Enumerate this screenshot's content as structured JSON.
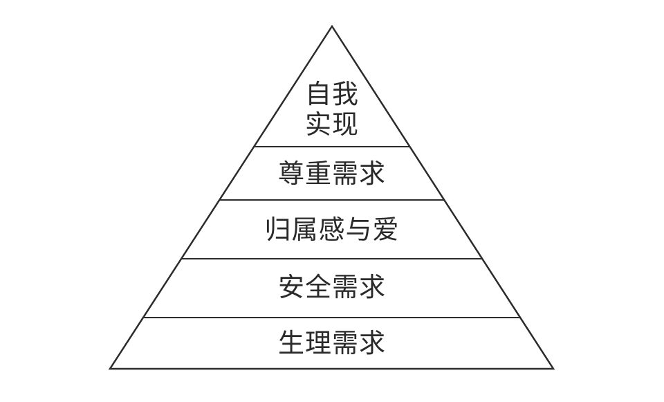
{
  "pyramid": {
    "colors": {
      "stroke": "#2b2b2b",
      "fill": "#ffffff",
      "text": "#2a2a2a"
    },
    "levels": [
      {
        "lines": [
          "自我",
          "实现"
        ]
      },
      {
        "lines": [
          "尊重需求"
        ]
      },
      {
        "lines": [
          "归属感与爱"
        ]
      },
      {
        "lines": [
          "安全需求"
        ]
      },
      {
        "lines": [
          "生理需求"
        ]
      }
    ]
  }
}
